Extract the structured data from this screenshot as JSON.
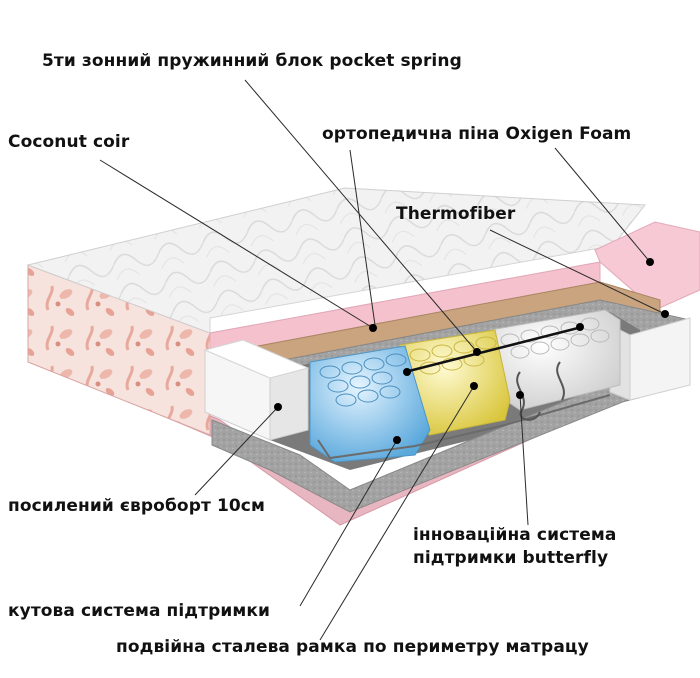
{
  "labels": {
    "pocket_spring": "5ти зонний пружинний блок pocket spring",
    "coconut": "Coconut coir",
    "oxigen_foam": "ортопедична піна Oxigen Foam",
    "thermofiber": "Thermofiber",
    "eurobort": "посилений єврoборт 10см",
    "butterfly_line1": "інноваційна система",
    "butterfly_line2": "підтримки butterfly",
    "corner_support": "кутова система підтримки",
    "steel_frame": "подвійна сталева рамка по периметру матрацу"
  },
  "colors": {
    "pink_layer": "#f6c9d4",
    "cover": "#f1f1f1",
    "coir": "#c9a47f",
    "felt": "#9c9c9c",
    "spring_blue": "#8cc8ec",
    "spring_yellow": "#f3e77a",
    "spring_white": "#fafafa",
    "foam_white": "#f3f3f3",
    "leader_line": "#2b2b2b"
  }
}
